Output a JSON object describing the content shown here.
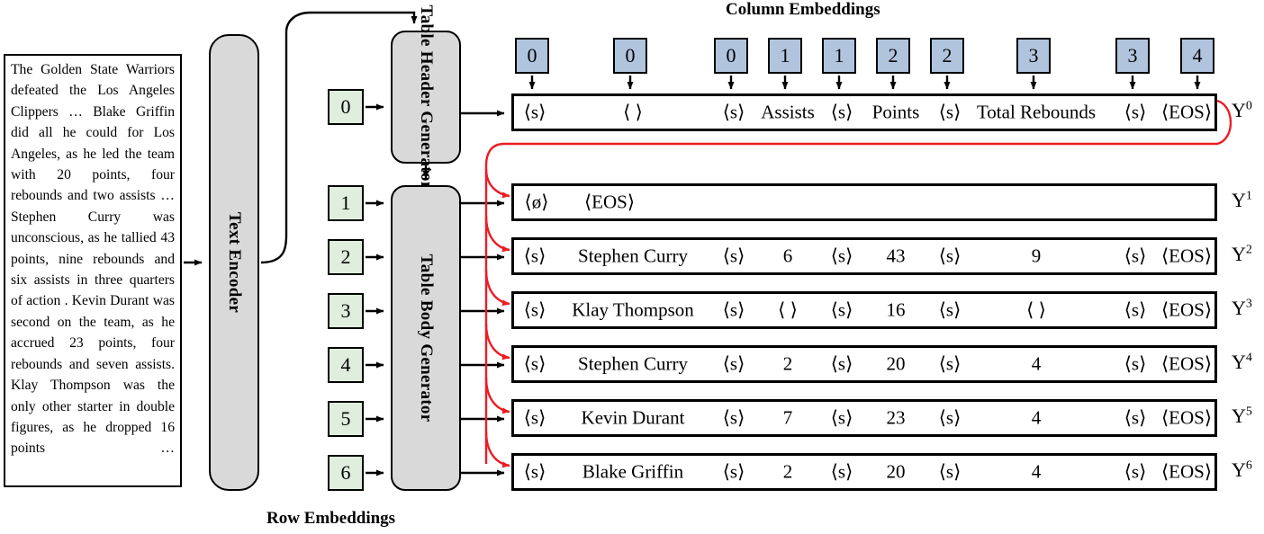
{
  "figure": {
    "column_embeddings_title": "Column Embeddings",
    "row_embeddings_title": "Row Embeddings"
  },
  "source_text": {
    "content": "The Golden State Warriors defeated the Los Angeles Clippers … Blake Griffin did all he could for Los Angeles, as he led the team with 20 points, four rebounds and two assists … Stephen Curry was unconscious, as he tallied 43 points, nine rebounds and six assists in three quarters of action . Kevin Durant was second on the team, as he accrued 23 points, four rebounds and seven assists. Klay Thompson was the only other starter in double figures, as he dropped 16 points …"
  },
  "modules": {
    "text_encoder": "Text Encoder",
    "table_header_generator": "Table Header Generator",
    "table_body_generator": "Table Body Generator"
  },
  "row_embeddings": [
    "0",
    "1",
    "2",
    "3",
    "4",
    "5",
    "6"
  ],
  "column_embeddings": [
    "0",
    "0",
    "0",
    "1",
    "1",
    "2",
    "2",
    "3",
    "3",
    "4"
  ],
  "sequences": [
    {
      "label": "Y",
      "superscript": "0",
      "tokens": [
        "⟨s⟩",
        "⟨ ⟩",
        "⟨s⟩",
        "Assists",
        "⟨s⟩",
        "Points",
        "⟨s⟩",
        "Total Rebounds",
        "⟨s⟩",
        "⟨EOS⟩"
      ]
    },
    {
      "label": "Y",
      "superscript": "1",
      "tokens": [
        "⟨ø⟩",
        "⟨EOS⟩"
      ]
    },
    {
      "label": "Y",
      "superscript": "2",
      "tokens": [
        "⟨s⟩",
        "Stephen Curry",
        "⟨s⟩",
        "6",
        "⟨s⟩",
        "43",
        "⟨s⟩",
        "9",
        "⟨s⟩",
        "⟨EOS⟩"
      ]
    },
    {
      "label": "Y",
      "superscript": "3",
      "tokens": [
        "⟨s⟩",
        "Klay Thompson",
        "⟨s⟩",
        "⟨ ⟩",
        "⟨s⟩",
        "16",
        "⟨s⟩",
        "⟨ ⟩",
        "⟨s⟩",
        "⟨EOS⟩"
      ]
    },
    {
      "label": "Y",
      "superscript": "4",
      "tokens": [
        "⟨s⟩",
        "Stephen Curry",
        "⟨s⟩",
        "2",
        "⟨s⟩",
        "20",
        "⟨s⟩",
        "4",
        "⟨s⟩",
        "⟨EOS⟩"
      ]
    },
    {
      "label": "Y",
      "superscript": "5",
      "tokens": [
        "⟨s⟩",
        "Kevin Durant",
        "⟨s⟩",
        "7",
        "⟨s⟩",
        "23",
        "⟨s⟩",
        "4",
        "⟨s⟩",
        "⟨EOS⟩"
      ]
    },
    {
      "label": "Y",
      "superscript": "6",
      "tokens": [
        "⟨s⟩",
        "Blake Griffin",
        "⟨s⟩",
        "2",
        "⟨s⟩",
        "20",
        "⟨s⟩",
        "4",
        "⟨s⟩",
        "⟨EOS⟩"
      ]
    }
  ],
  "colors": {
    "row_embedding_fill": "#dfeedd",
    "column_embedding_fill": "#b0c4de",
    "module_fill": "#d9d9d9",
    "feedback_arrow": "#ee1c25",
    "stroke": "#000000"
  }
}
